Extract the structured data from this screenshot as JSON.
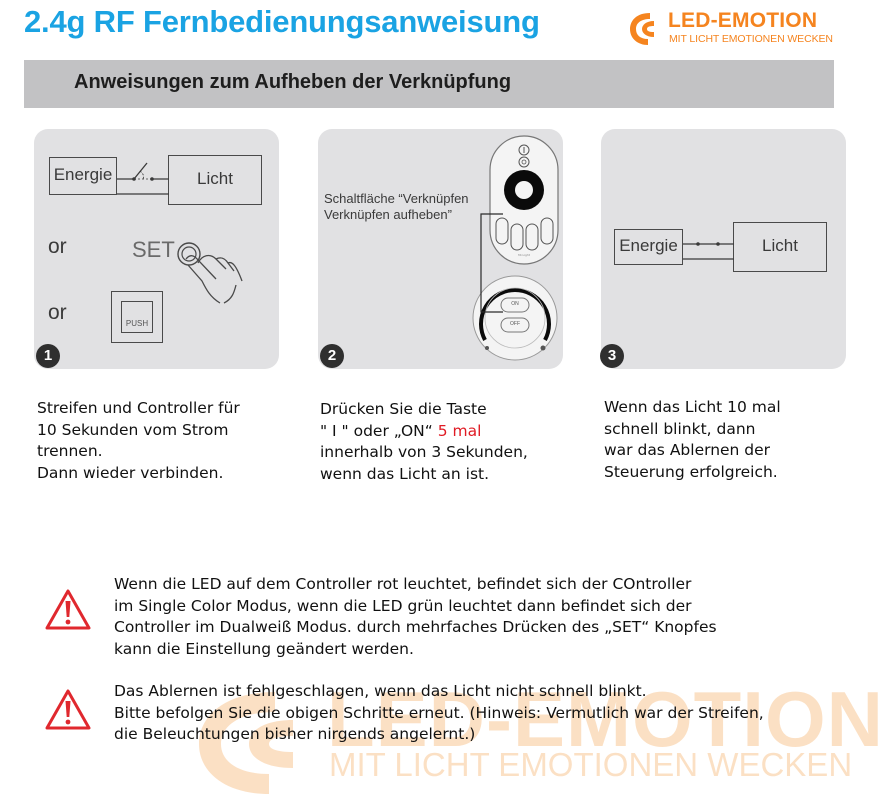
{
  "header": {
    "title": "2.4g RF Fernbedienungsanweisung",
    "logo": {
      "brand": "LED-EMOTION",
      "tagline": "MIT LICHT EMOTIONEN WECKEN",
      "color": "#f5841f"
    },
    "title_color": "#1aa3e3"
  },
  "section": {
    "title": "Anweisungen zum Aufheben der Verknüpfung"
  },
  "steps": [
    {
      "number": "1",
      "diagram": {
        "power_label": "Energie",
        "light_label": "Licht",
        "or_1": "or",
        "set_label": "SET",
        "or_2": "or",
        "push_label": "PUSH"
      },
      "lines": [
        "Streifen und Controller für",
        "10 Sekunden vom Strom",
        "trennen.",
        "Dann wieder verbinden."
      ]
    },
    {
      "number": "2",
      "diagram": {
        "callout_line1": "Schaltfläche “Verknüpfen",
        "callout_line2": "Verknüpfen aufheben”",
        "on_label": "ON",
        "off_label": "OFF"
      },
      "lines": [
        "Drücken Sie die Taste",
        "\" I \" oder „ON“ ",
        "5 mal",
        "innerhalb von 3 Sekunden,",
        "wenn das Licht an ist."
      ],
      "highlight_color": "#e01b24"
    },
    {
      "number": "3",
      "diagram": {
        "power_label": "Energie",
        "light_label": "Licht"
      },
      "lines": [
        "Wenn das Licht 10 mal",
        "schnell blinkt, dann",
        "war das Ablernen der",
        "Steuerung erfolgreich."
      ]
    }
  ],
  "warnings": [
    {
      "icon": "warning-triangle-icon",
      "lines": [
        "Wenn die LED auf dem Controller rot leuchtet, befindet sich der COntroller",
        "im Single Color Modus, wenn die LED grün leuchtet dann befindet sich der",
        "Controller im Dualweiß Modus. durch mehrfaches Drücken des „SET“ Knopfes",
        "kann die Einstellung geändert werden."
      ]
    },
    {
      "icon": "warning-triangle-icon",
      "lines": [
        "Das Ablernen ist fehlgeschlagen, wenn das Licht nicht schnell blinkt.",
        "Bitte befolgen Sie die obigen Schritte erneut. (Hinweis: Vermutlich war der Streifen,",
        "die Beleuchtungen bisher nirgends angelernt.)"
      ]
    }
  ],
  "watermark": {
    "brand": "LED-EMOTION",
    "tagline": "MIT LICHT EMOTIONEN WECKEN"
  }
}
